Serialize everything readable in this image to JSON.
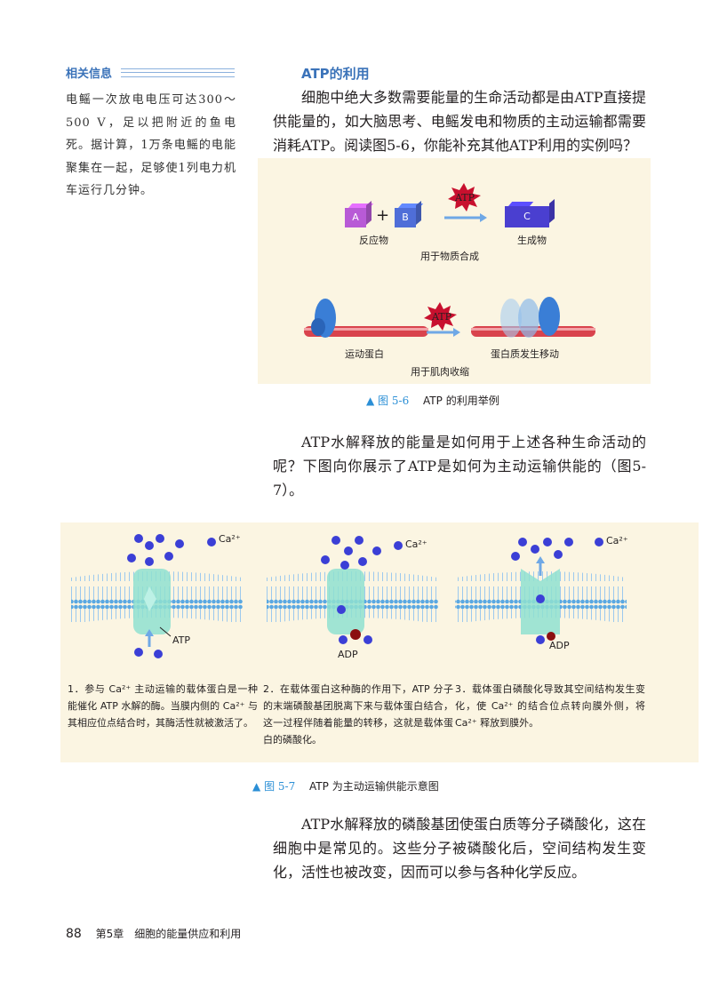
{
  "sidebar": {
    "title": "相关信息",
    "text": "电鳐一次放电电压可达300～500 V，足以把附近的鱼电死。据计算，1万条电鳐的电能聚集在一起，足够使1列电力机车运行几分钟。"
  },
  "section": {
    "title": "ATP的利用",
    "para1": "细胞中绝大多数需要能量的生命活动都是由ATP直接提供能量的，如大脑思考、电鳐发电和物质的主动运输都需要消耗ATP。阅读图5-6，你能补充其他ATP利用的实例吗？",
    "para2": "ATP水解释放的能量是如何用于上述各种生命活动的呢？下图向你展示了ATP是如何为主动运输供能的（图5-7）。",
    "para3": "ATP水解释放的磷酸基团使蛋白质等分子磷酸化，这在细胞中是常见的。这些分子被磷酸化后，空间结构发生变化，活性也被改变，因而可以参与各种化学反应。"
  },
  "fig6": {
    "cube_a": "A",
    "plus": "+",
    "cube_b": "B",
    "cube_c": "C",
    "atp1": "ATP",
    "reactant": "反应物",
    "product": "生成物",
    "use1": "用于物质合成",
    "atp2": "ATP",
    "motor": "运动蛋白",
    "moving": "蛋白质发生移动",
    "use2": "用于肌肉收缩",
    "caption_num": "图 5-6",
    "caption_text": "ATP 的利用举例"
  },
  "fig7": {
    "ca_label": "Ca²⁺",
    "p1_atp": "ATP",
    "p2_adp": "ADP",
    "p3_adp": "ADP",
    "text1": "1．参与 Ca²⁺ 主动运输的载体蛋白是一种能催化 ATP 水解的酶。当膜内侧的 Ca²⁺ 与其相应位点结合时，其酶活性就被激活了。",
    "text2": "2．在载体蛋白这种酶的作用下，ATP 分子的末端磷酸基团脱离下来与载体蛋白结合，这一过程伴随着能量的转移，这就是载体蛋白的磷酸化。",
    "text3": "3．载体蛋白磷酸化导致其空间结构发生变化，使 Ca²⁺ 的结合位点转向膜外侧，将 Ca²⁺ 释放到膜外。",
    "caption_num": "图 5-7",
    "caption_text": "ATP 为主动运输供能示意图"
  },
  "footer": {
    "page": "88",
    "chapter": "第5章　细胞的能量供应和利用"
  },
  "colors": {
    "accent_blue": "#3b73b9",
    "panel_bg": "#fbf5e2",
    "atp_star": "#c8102e",
    "membrane": "#6fb7e8"
  }
}
